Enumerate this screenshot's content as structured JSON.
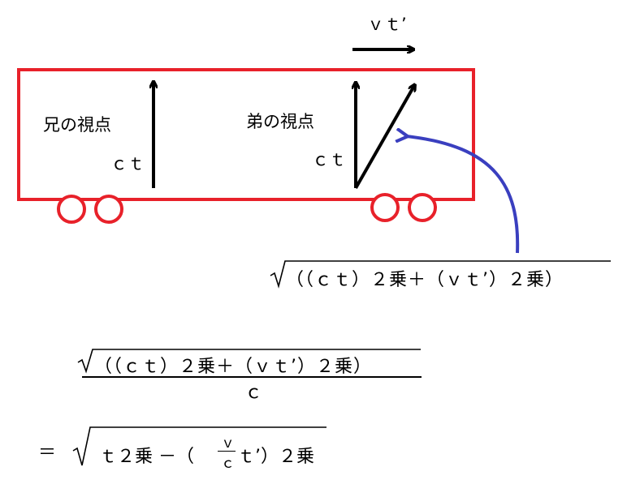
{
  "labels": {
    "vt_top": "ｖｔ’",
    "brother_view": "兄の視点",
    "younger_view": "弟の視点",
    "ct_left": "ｃｔ",
    "ct_right": "ｃｔ"
  },
  "formulas": {
    "pointer_root": "（（ｃｔ）２乗＋（ｖｔ’）２乗）",
    "numerator_root": "（（ｃｔ）２乗＋（ｖｔ’）２乗）",
    "denominator": "ｃ",
    "equals": "＝",
    "result_t2": "ｔ２乗 －（",
    "result_v": "ｖ",
    "result_c": "ｃ",
    "result_tail": "ｔ’）２乗"
  },
  "colors": {
    "train": "#e8212a",
    "pointer": "#3a3fbf",
    "ink": "#000000"
  }
}
